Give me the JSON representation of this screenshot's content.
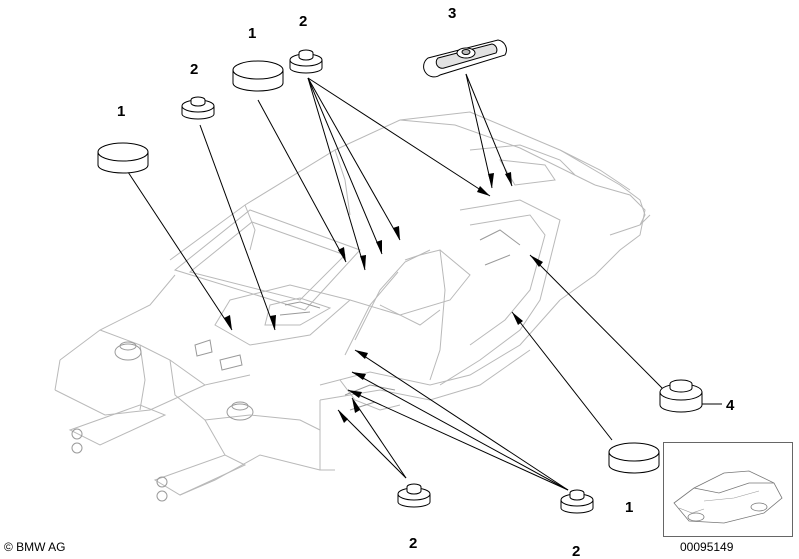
{
  "callouts": [
    {
      "id": "c1a",
      "label": "1"
    },
    {
      "id": "c2a",
      "label": "2"
    },
    {
      "id": "c1b",
      "label": "1"
    },
    {
      "id": "c2b",
      "label": "2"
    },
    {
      "id": "c3",
      "label": "3"
    },
    {
      "id": "c4",
      "label": "4"
    },
    {
      "id": "c1c",
      "label": "1"
    },
    {
      "id": "c2c",
      "label": "2"
    },
    {
      "id": "c2d",
      "label": "2"
    }
  ],
  "footer": {
    "copyright": "© BMW AG",
    "drawing_number": "00095149"
  },
  "colors": {
    "line": "#000000",
    "body_line": "#b9b9b9",
    "part_fill": "#ffffff",
    "part_shade": "#d9d9d9"
  }
}
